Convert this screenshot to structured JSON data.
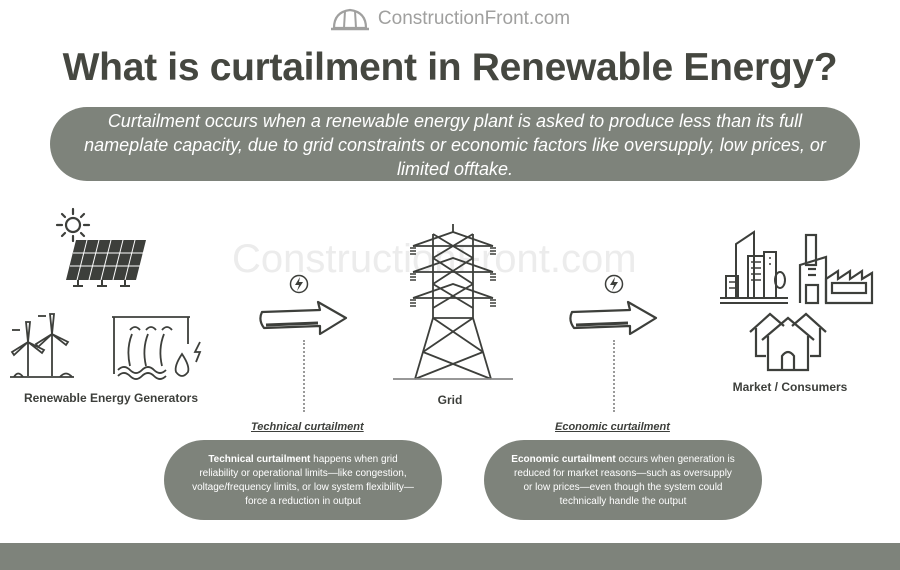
{
  "brand": {
    "name": "ConstructionFront.com",
    "icon": "hard-hat-icon"
  },
  "watermark": "ConstructionFront.com",
  "title": "What is curtailment in Renewable Energy?",
  "definition": "Curtailment occurs when a renewable energy plant is asked to produce less than its full nameplate capacity, due to grid constraints or economic factors like oversupply, low prices, or limited offtake.",
  "nodes": {
    "generators": {
      "label": "Renewable Energy Generators",
      "icons": [
        "sun-icon",
        "solar-panel-icon",
        "wind-turbine-icon",
        "hydro-dam-icon"
      ]
    },
    "grid": {
      "label": "Grid",
      "icons": [
        "transmission-tower-icon"
      ]
    },
    "market": {
      "label": "Market / Consumers",
      "icons": [
        "city-buildings-icon",
        "factory-icon",
        "houses-icon"
      ]
    }
  },
  "flows": {
    "technical": {
      "label": "Technical curtailment",
      "bold_lead": "Technical curtailment",
      "description": " happens when grid reliability or operational limits—like congestion, voltage/frequency limits, or low system flexibility—force a reduction in output",
      "icons": [
        "lightning-bolt-icon",
        "arrow-right-icon"
      ]
    },
    "economic": {
      "label": "Economic curtailment",
      "bold_lead": "Economic curtailment",
      "description": " occurs when generation is reduced for market reasons—such as oversupply or low prices—even though the system could technically handle the output",
      "icons": [
        "lightning-bolt-icon",
        "arrow-right-icon"
      ]
    }
  },
  "colors": {
    "pill": "#7e837b",
    "text_dark": "#454740",
    "brand_gray": "#a0a09f",
    "watermark": "#ececec"
  }
}
